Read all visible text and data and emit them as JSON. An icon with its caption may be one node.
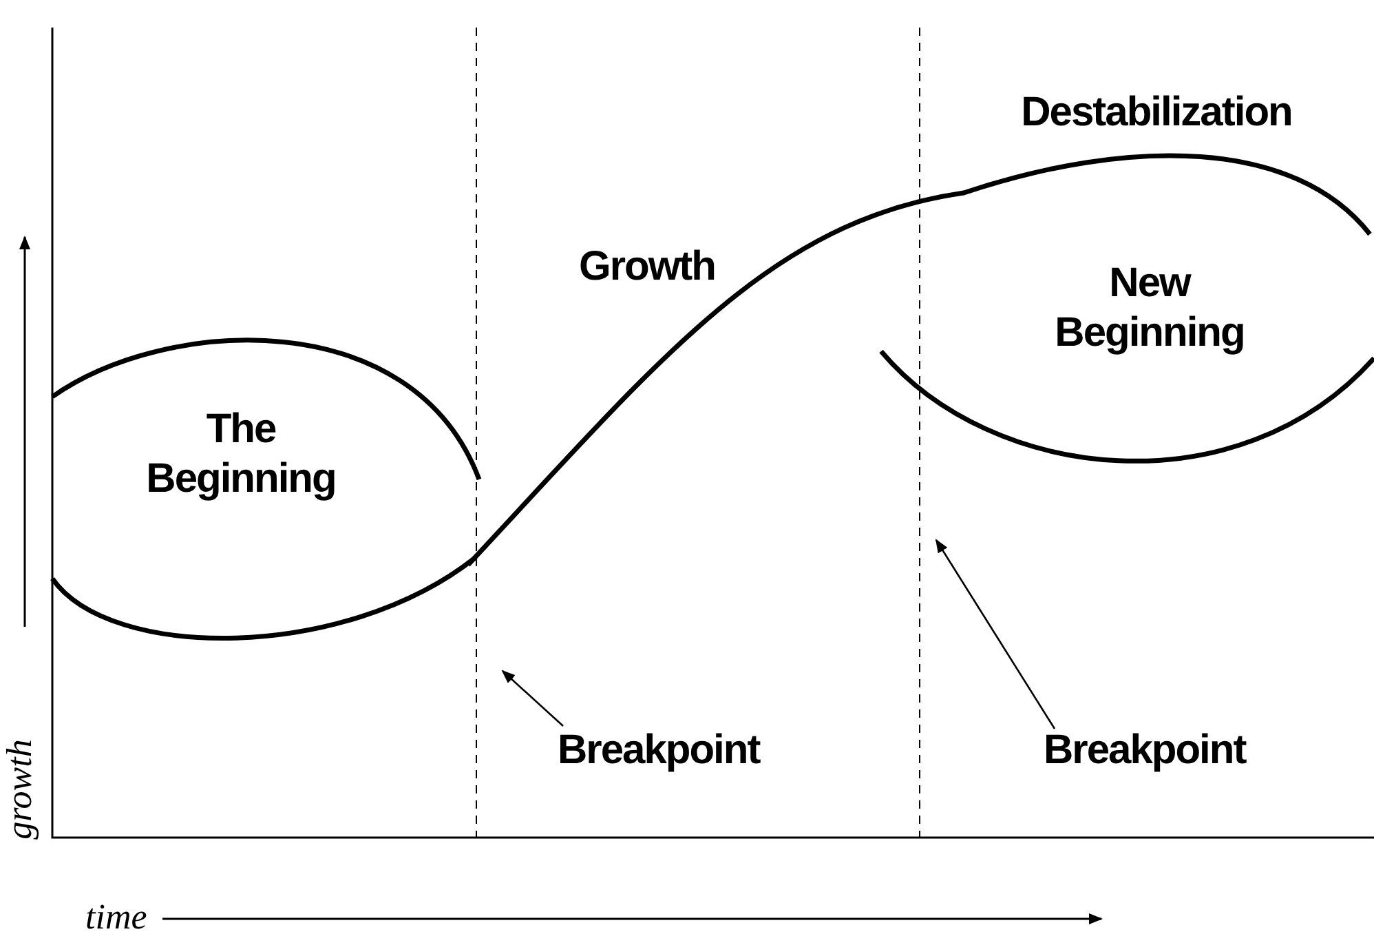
{
  "diagram": {
    "nodes": [
      {
        "text": [
          "Breakpoint"
        ]
      },
      {
        "text": [
          "Breakpoint"
        ]
      }
    ],
    "edges": [
      {
        "from": 0,
        "to": null,
        "arrow": "to"
      },
      {
        "from": 1,
        "to": null,
        "arrow": "to"
      }
    ],
    "labels": [
      "Destabilization",
      "Growth",
      "New Beginning",
      "The Beginning",
      "growth",
      "time"
    ]
  }
}
